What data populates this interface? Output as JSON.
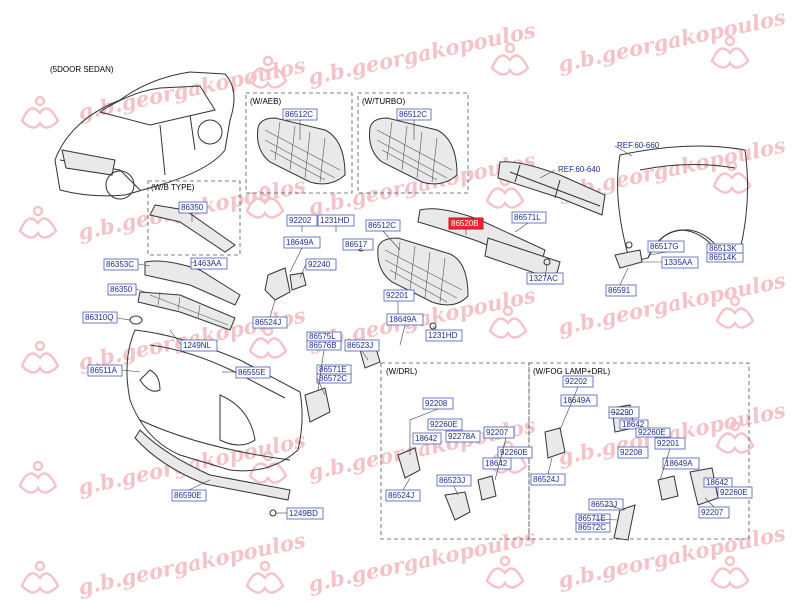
{
  "captions": {
    "sedan": "(5DOOR SEDAN)",
    "aeb": "(W/AEB)",
    "turbo": "(W/TURBO)",
    "btype": "(W/B TYPE)",
    "drl": "(W/DRL)",
    "fog": "(W/FOG LAMP+DRL)"
  },
  "watermark": "g.b.georgakopoulos",
  "refs": {
    "ref640": "REF.60-640",
    "ref660": "REF.60-660"
  },
  "labels": {
    "l86512c_aeb": "86512C",
    "l86512c_turbo": "86512C",
    "l86350_btype": "86350",
    "l92202_a": "92202",
    "l1231hd_a": "1231HD",
    "l86512c_c": "86512C",
    "l86520b": "86520B",
    "l86571l": "86571L",
    "l86649a_a": "18649A",
    "l86517_a": "86517",
    "l86517g": "86517G",
    "l86513k": "86513K",
    "l86514k": "86514K",
    "l86353c": "86353C",
    "l1463aa": "1463AA",
    "l92240": "92240",
    "l1335aa": "1335AA",
    "l1327ac": "1327AC",
    "l86350": "86350",
    "l92201_a": "92201",
    "l86591": "86591",
    "l86310q": "86310Q",
    "l86524j_a": "86524J",
    "l18649a_b": "18649A",
    "l1249nl": "1249NL",
    "l86575l": "86575L",
    "l86576b": "86576B",
    "l86523j_a": "86523J",
    "l1231hd_b": "1231HD",
    "l86511a": "86511A",
    "l86555e": "86555E",
    "l86571e": "86571E",
    "l86572c_a": "86572C",
    "l92208_a": "92208",
    "l92202_b": "92202",
    "l18649a_c": "18649A",
    "l92290": "92290",
    "l92260e_a": "92260E",
    "l18642_a": "18642",
    "l92278a": "92278A",
    "l92207_a": "92207",
    "l92260e_b": "92260E",
    "l18642_b": "18642",
    "l18642_c": "18642",
    "l92260e_c": "92260E",
    "l92208_b": "92208",
    "l92201_b": "92201",
    "l18649a_d": "18649A",
    "l86523j_b": "86523J",
    "l86524j_b": "86524J",
    "l86524j_c": "86524J",
    "l18642_d": "18642",
    "l92260e_d": "92260E",
    "l86590e": "86590E",
    "l1249bd": "1249BD",
    "l86523j_c": "86523J",
    "l86571e_b": "86571E",
    "l86572c_b": "86572C",
    "l92207_b": "92207"
  }
}
